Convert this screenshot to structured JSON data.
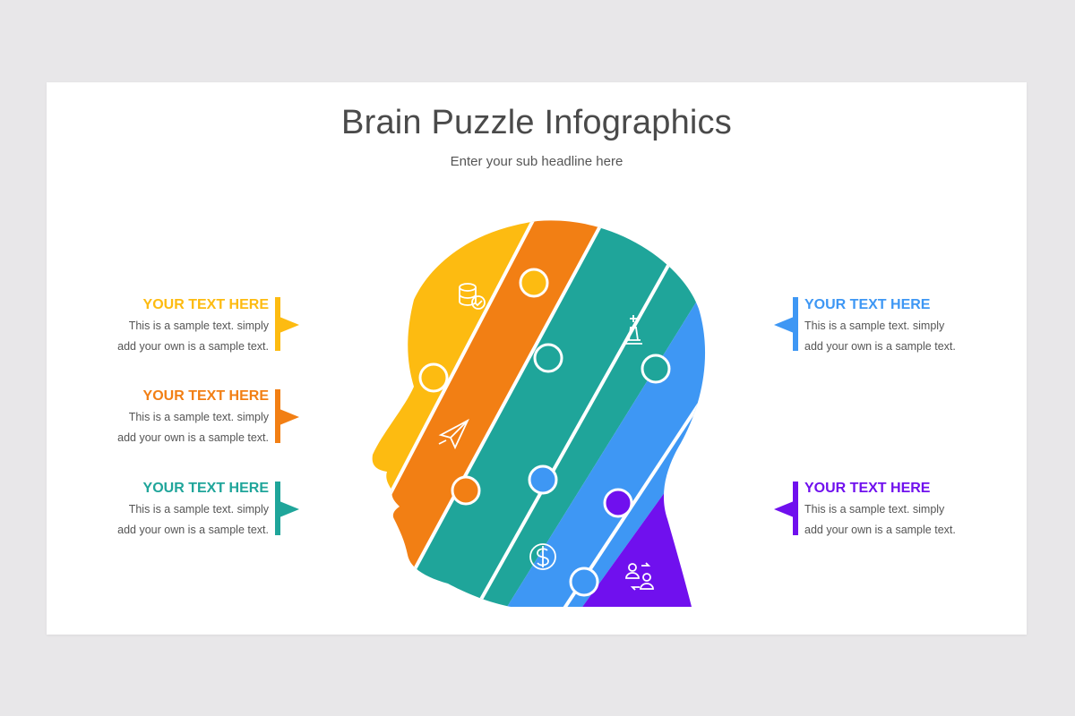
{
  "title": "Brain Puzzle Infographics",
  "subtitle": "Enter your sub headline here",
  "colors": {
    "yellow": "#FDBB11",
    "orange": "#F27F14",
    "teal": "#1FA59A",
    "blue": "#3E97F4",
    "purple": "#7010EE"
  },
  "left_items": [
    {
      "heading": "YOUR TEXT HERE",
      "line1": "This is a sample text. simply",
      "line2": "add your own is a sample text.",
      "color": "#FDBB11"
    },
    {
      "heading": "YOUR TEXT HERE",
      "line1": "This is a sample text. simply",
      "line2": "add your own is a sample text.",
      "color": "#F27F14"
    },
    {
      "heading": "YOUR TEXT HERE",
      "line1": "This is a sample text. simply",
      "line2": "add your own is a sample text.",
      "color": "#1FA59A"
    }
  ],
  "right_items": [
    {
      "heading": "YOUR TEXT HERE",
      "line1": "This is a sample text. simply",
      "line2": "add your own is a sample text.",
      "color": "#3E97F4"
    },
    {
      "heading": "YOUR TEXT HERE",
      "line1": "This is a sample text. simply",
      "line2": "add your own is a sample text.",
      "color": "#7010EE"
    }
  ],
  "icons": [
    "database-check-icon",
    "paper-plane-icon",
    "chess-piece-icon",
    "dollar-icon",
    "user-exchange-icon"
  ]
}
